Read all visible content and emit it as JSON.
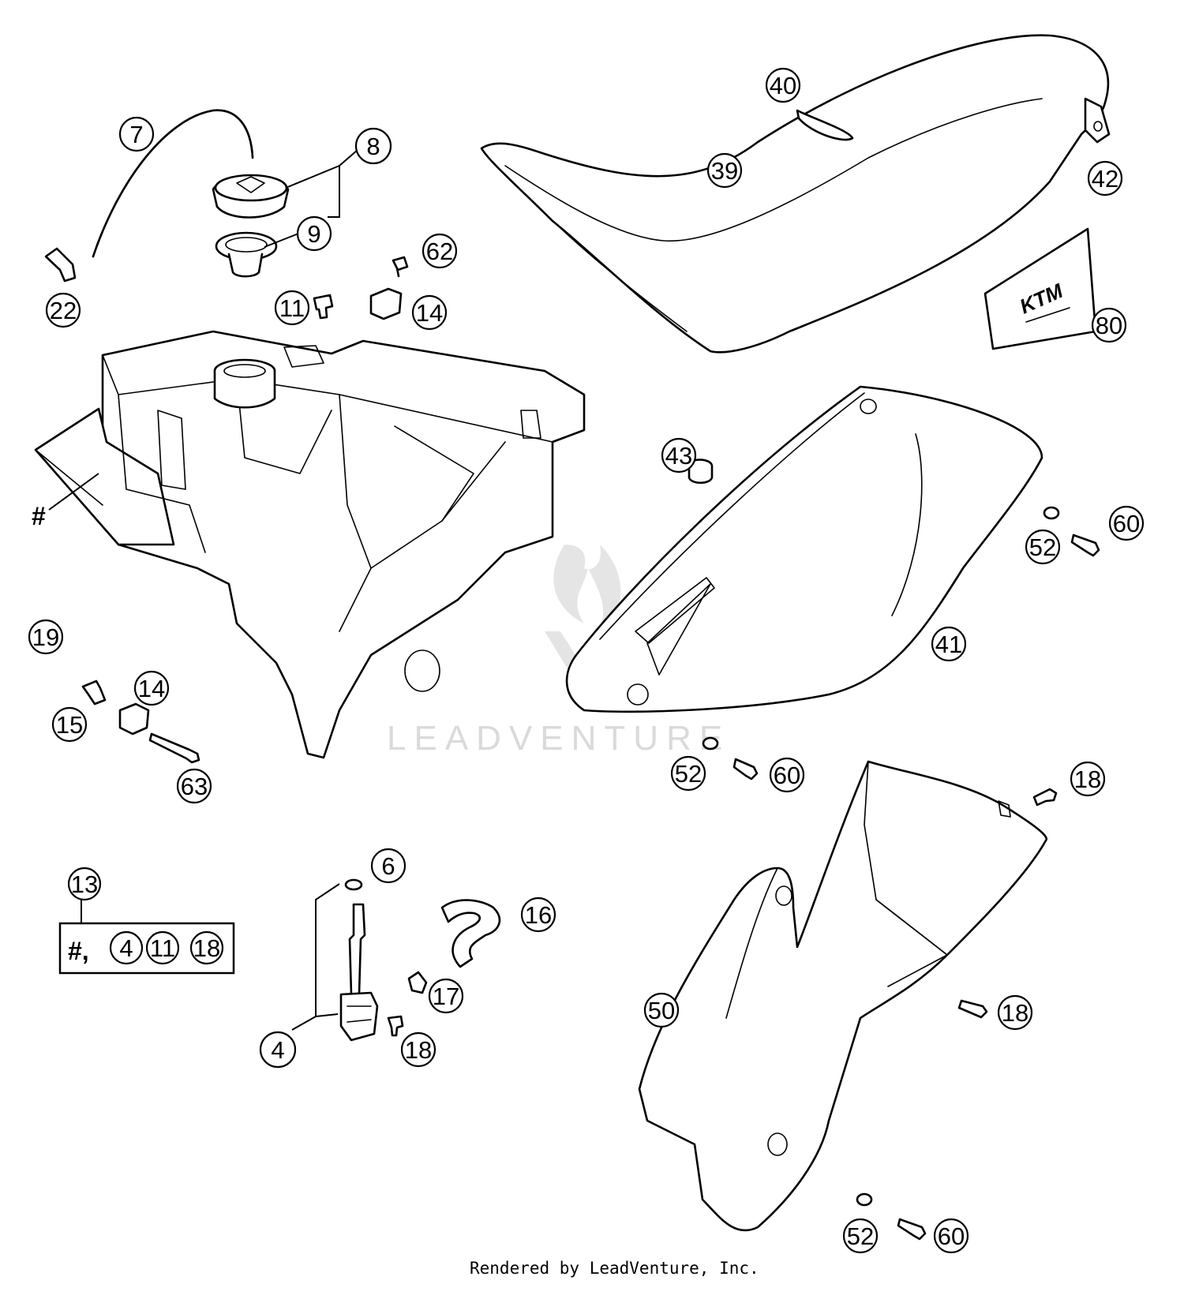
{
  "diagram": {
    "callouts": [
      "7",
      "8",
      "9",
      "22",
      "62",
      "11",
      "14",
      "40",
      "39",
      "42",
      "80",
      "43",
      "52",
      "60",
      "41",
      "19",
      "14",
      "15",
      "63",
      "52",
      "60",
      "18",
      "6",
      "16",
      "13",
      "17",
      "50",
      "18",
      "4",
      "18",
      "52",
      "60"
    ],
    "tank_marker": "#",
    "kit": {
      "number": "13",
      "hash_text": "#,",
      "items": [
        "4",
        "11",
        "18"
      ]
    },
    "brand_logo": "KTM",
    "watermark": "LEADVENTURE",
    "credit": "Rendered by LeadVenture, Inc."
  }
}
